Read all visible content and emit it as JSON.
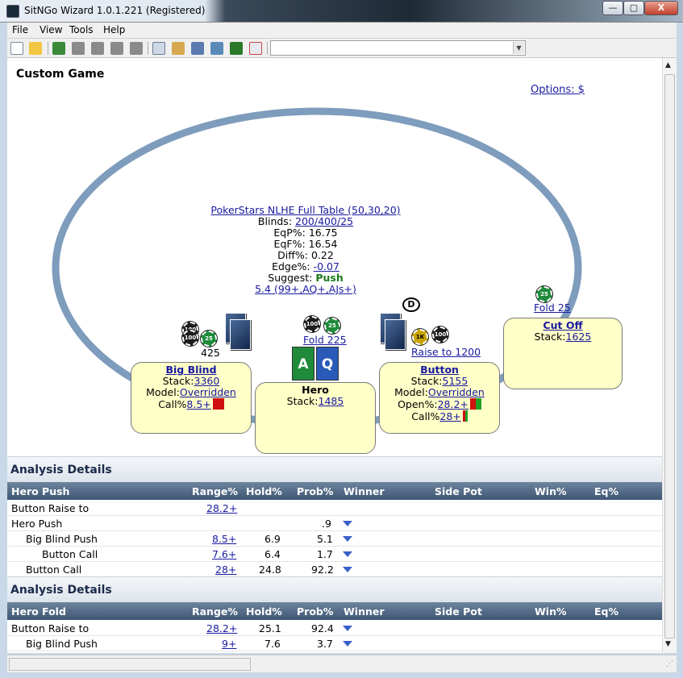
{
  "window": {
    "title": "SitNGo Wizard 1.0.1.221 (Registered)",
    "minimize_label": "—",
    "maximize_label": "▢",
    "close_label": "X"
  },
  "menu": {
    "items": [
      "File",
      "View",
      "Tools",
      "Help"
    ]
  },
  "toolbar": {
    "combo_value": ""
  },
  "game": {
    "title": "Custom Game",
    "options_link": "Options: $",
    "table_name": "PokerStars NLHE Full Table (50,30,20)",
    "blinds_label": "Blinds:",
    "blinds_value": "200/400/25",
    "eqp_label": "EqP%:",
    "eqp_value": "16.75",
    "eqf_label": "EqF%:",
    "eqf_value": "16.54",
    "diff_label": "Diff%:",
    "diff_value": "0.22",
    "edge_label": "Edge%:",
    "edge_value": "-0.07",
    "suggest_label": "Suggest:",
    "suggest_value": "Push",
    "push_range": "5.4 (99+,AQ+,AJs+)"
  },
  "seats": {
    "big_blind": {
      "name": "Big Blind",
      "stack_label": "Stack:",
      "stack": "3360",
      "model_label": "Model:",
      "model": "Overridden",
      "call_label": "Call%",
      "call": "8.5+",
      "bet": "425",
      "range_color": "#d01010"
    },
    "hero": {
      "name": "Hero",
      "stack_label": "Stack:",
      "stack": "1485",
      "action": "Fold 225",
      "card1_rank": "A",
      "card1_suit": "♣",
      "card2_rank": "Q",
      "card2_suit": "♦"
    },
    "button": {
      "name": "Button",
      "stack_label": "Stack:",
      "stack": "5155",
      "model_label": "Model:",
      "model": "Overridden",
      "open_label": "Open%:",
      "open": "28.2+",
      "call_label": "Call%",
      "call": "28+",
      "action": "Raise to 1200",
      "dealer": "D"
    },
    "cutoff": {
      "name": "Cut Off",
      "stack_label": "Stack:",
      "stack": "1625",
      "action": "Fold 25"
    }
  },
  "chips": {
    "c100": "100",
    "c25": "25",
    "c1k": "1K"
  },
  "analysis": [
    {
      "heading": "Analysis Details",
      "columns": [
        "Hero Push",
        "Range%",
        "Hold%",
        "Prob%",
        "Winner",
        "Side Pot",
        "Win%",
        "Eq%"
      ],
      "rows": [
        {
          "label": "Button Raise to",
          "range": "28.2+",
          "hold": "",
          "prob": "",
          "indent": 0,
          "arrow": false
        },
        {
          "label": "Hero Push",
          "range": "",
          "hold": "",
          "prob": ".9",
          "indent": 0,
          "arrow": true
        },
        {
          "label": "Big Blind Push",
          "range": "8.5+",
          "hold": "6.9",
          "prob": "5.1",
          "indent": 1,
          "arrow": true
        },
        {
          "label": "Button Call",
          "range": "7.6+",
          "hold": "6.4",
          "prob": "1.7",
          "indent": 2,
          "arrow": true
        },
        {
          "label": "Button Call",
          "range": "28+",
          "hold": "24.8",
          "prob": "92.2",
          "indent": 1,
          "arrow": true
        }
      ]
    },
    {
      "heading": "Analysis Details",
      "columns": [
        "Hero Fold",
        "Range%",
        "Hold%",
        "Prob%",
        "Winner",
        "Side Pot",
        "Win%",
        "Eq%"
      ],
      "rows": [
        {
          "label": "Button Raise to",
          "range": "28.2+",
          "hold": "25.1",
          "prob": "92.4",
          "indent": 0,
          "arrow": true
        },
        {
          "label": "Big Blind Push",
          "range": "9+",
          "hold": "7.6",
          "prob": "3.7",
          "indent": 1,
          "arrow": true
        }
      ]
    }
  ],
  "colors": {
    "table_oval": "#7e9cbc",
    "seat_fill": "#ffffc8",
    "link": "#1a1aa0",
    "suggest": "#1a7a1a",
    "header_bar": "#4e6684"
  }
}
